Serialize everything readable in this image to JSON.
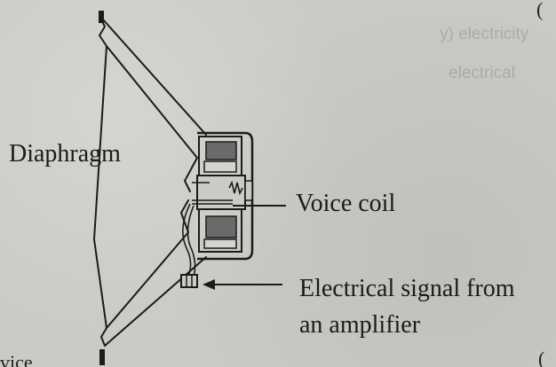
{
  "labels": {
    "diaphragm": "Diaphragm",
    "voice_coil": "Voice coil",
    "signal_line1": "Electrical signal from",
    "signal_line2": "an amplifier"
  },
  "bleed_through": {
    "line1": "y)   electricity",
    "line2": "electrical"
  },
  "edge_marks": {
    "top_right": "(",
    "bottom_right": "(",
    "bottom_left": "vice"
  },
  "colors": {
    "paper": "#cbcbc5",
    "ink": "#1b1b1b",
    "magnet_fill": "#6a6a6a"
  }
}
